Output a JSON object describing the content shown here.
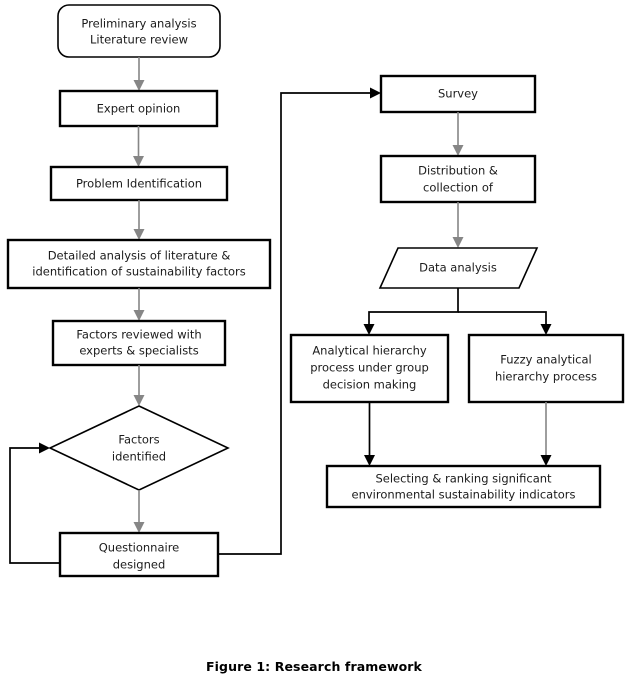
{
  "figure": {
    "caption": "Figure 1: Research framework",
    "title": "Research framework flowchart"
  },
  "colors": {
    "node_stroke": "#000000",
    "node_fill": "#ffffff",
    "text": "#1b1b1b",
    "connector_gray": "#868686",
    "connector_black": "#000000",
    "background": "#ffffff"
  },
  "chart_data": {
    "type": "diagram",
    "title": "Figure 1: Research framework",
    "orientation": "two-column top-to-bottom with feedback loops",
    "nodes": [
      {
        "id": "prelim",
        "shape": "rounded-rectangle",
        "column": "left",
        "lines": [
          "Preliminary analysis",
          "Literature review"
        ]
      },
      {
        "id": "expert",
        "shape": "rectangle",
        "column": "left",
        "lines": [
          "Expert opinion"
        ]
      },
      {
        "id": "problem",
        "shape": "rectangle",
        "column": "left",
        "lines": [
          "Problem Identification"
        ]
      },
      {
        "id": "detailed",
        "shape": "rectangle",
        "column": "left",
        "lines": [
          "Detailed analysis of literature &",
          "identification of sustainability factors"
        ]
      },
      {
        "id": "reviewed",
        "shape": "rectangle",
        "column": "left",
        "lines": [
          "Factors reviewed with",
          "experts & specialists"
        ]
      },
      {
        "id": "identified",
        "shape": "diamond",
        "column": "left",
        "lines": [
          "Factors",
          "identified"
        ]
      },
      {
        "id": "questionnaire",
        "shape": "rectangle",
        "column": "left",
        "lines": [
          "Questionnaire",
          "designed"
        ]
      },
      {
        "id": "survey",
        "shape": "rectangle",
        "column": "right",
        "lines": [
          "Survey"
        ]
      },
      {
        "id": "distribution",
        "shape": "rectangle",
        "column": "right",
        "lines": [
          "Distribution &",
          "collection of"
        ]
      },
      {
        "id": "dataanalysis",
        "shape": "parallelogram",
        "column": "right",
        "lines": [
          "Data analysis"
        ]
      },
      {
        "id": "ahp",
        "shape": "rectangle",
        "column": "right",
        "lines": [
          "Analytical hierarchy",
          "process under group",
          "decision making"
        ]
      },
      {
        "id": "fahp",
        "shape": "rectangle",
        "column": "right",
        "lines": [
          "Fuzzy analytical",
          "hierarchy process"
        ]
      },
      {
        "id": "selecting",
        "shape": "rectangle",
        "column": "right",
        "lines": [
          "Selecting & ranking significant",
          "environmental sustainability indicators"
        ]
      }
    ],
    "edges": [
      {
        "from": "prelim",
        "to": "expert",
        "style": "straight-arrow"
      },
      {
        "from": "expert",
        "to": "problem",
        "style": "straight-arrow"
      },
      {
        "from": "problem",
        "to": "detailed",
        "style": "straight-arrow"
      },
      {
        "from": "detailed",
        "to": "reviewed",
        "style": "straight-arrow"
      },
      {
        "from": "reviewed",
        "to": "identified",
        "style": "straight-arrow"
      },
      {
        "from": "identified",
        "to": "questionnaire",
        "style": "straight-arrow"
      },
      {
        "from": "questionnaire",
        "to": "identified",
        "style": "feedback-loop-left"
      },
      {
        "from": "questionnaire",
        "to": "survey",
        "style": "elbow-right-then-up"
      },
      {
        "from": "survey",
        "to": "distribution",
        "style": "straight-arrow"
      },
      {
        "from": "distribution",
        "to": "dataanalysis",
        "style": "straight-arrow"
      },
      {
        "from": "dataanalysis",
        "to": "ahp",
        "style": "split-branch-left"
      },
      {
        "from": "dataanalysis",
        "to": "fahp",
        "style": "split-branch-right"
      },
      {
        "from": "ahp",
        "to": "selecting",
        "style": "straight-arrow"
      },
      {
        "from": "fahp",
        "to": "selecting",
        "style": "straight-arrow"
      }
    ]
  },
  "nodes": {
    "prelim": {
      "line1": "Preliminary analysis",
      "line2": "Literature review"
    },
    "expert": {
      "line1": "Expert opinion"
    },
    "problem": {
      "line1": "Problem Identification"
    },
    "detailed": {
      "line1": "Detailed analysis of literature &",
      "line2": "identification of sustainability factors"
    },
    "reviewed": {
      "line1": "Factors reviewed with",
      "line2": "experts & specialists"
    },
    "identified": {
      "line1": "Factors",
      "line2": "identified"
    },
    "questionnaire": {
      "line1": "Questionnaire",
      "line2": "designed"
    },
    "survey": {
      "line1": "Survey"
    },
    "distribution": {
      "line1": "Distribution &",
      "line2": "collection of"
    },
    "dataanalysis": {
      "line1": "Data analysis"
    },
    "ahp": {
      "line1": "Analytical hierarchy",
      "line2": "process under group",
      "line3": "decision making"
    },
    "fahp": {
      "line1": "Fuzzy analytical",
      "line2": "hierarchy process"
    },
    "selecting": {
      "line1": "Selecting & ranking significant",
      "line2": "environmental sustainability indicators"
    }
  }
}
